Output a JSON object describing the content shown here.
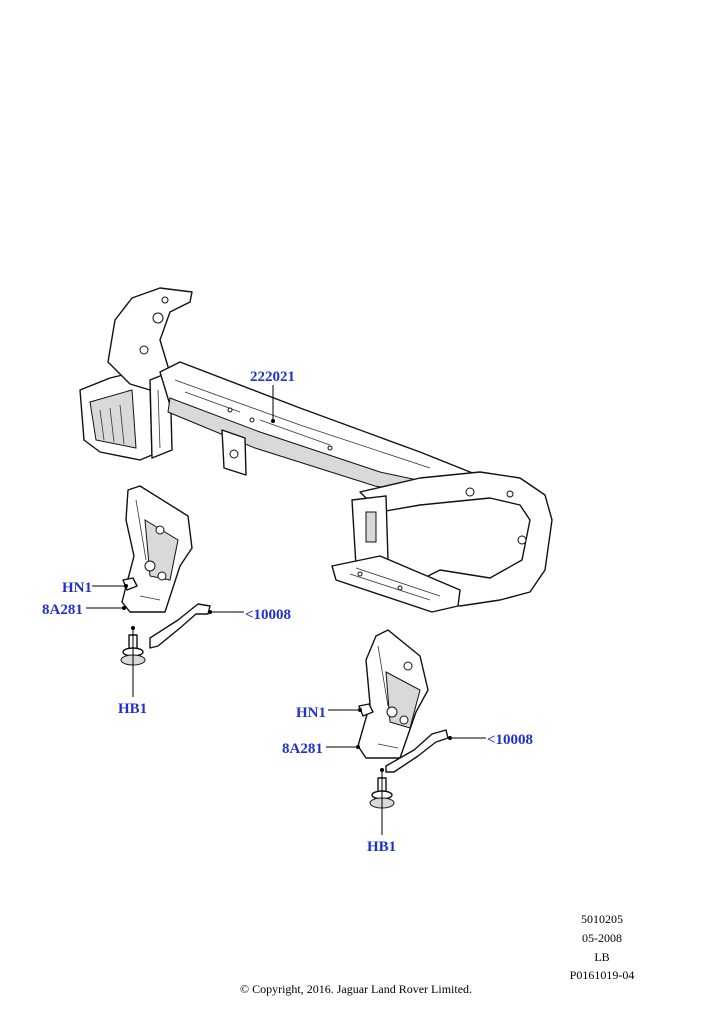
{
  "callouts": {
    "radiator_support": "222021",
    "left_nut": "HN1",
    "left_bracket": "8A281",
    "left_strap": "<10008",
    "left_bushing": "HB1",
    "right_nut": "HN1",
    "right_bracket": "8A281",
    "right_strap": "<10008",
    "right_bushing": "HB1"
  },
  "footer": {
    "ref1": "5010205",
    "ref2": "05-2008",
    "ref3": "LB",
    "ref4": "P0161019-04",
    "copyright": "© Copyright, 2016. Jaguar Land Rover Limited."
  }
}
